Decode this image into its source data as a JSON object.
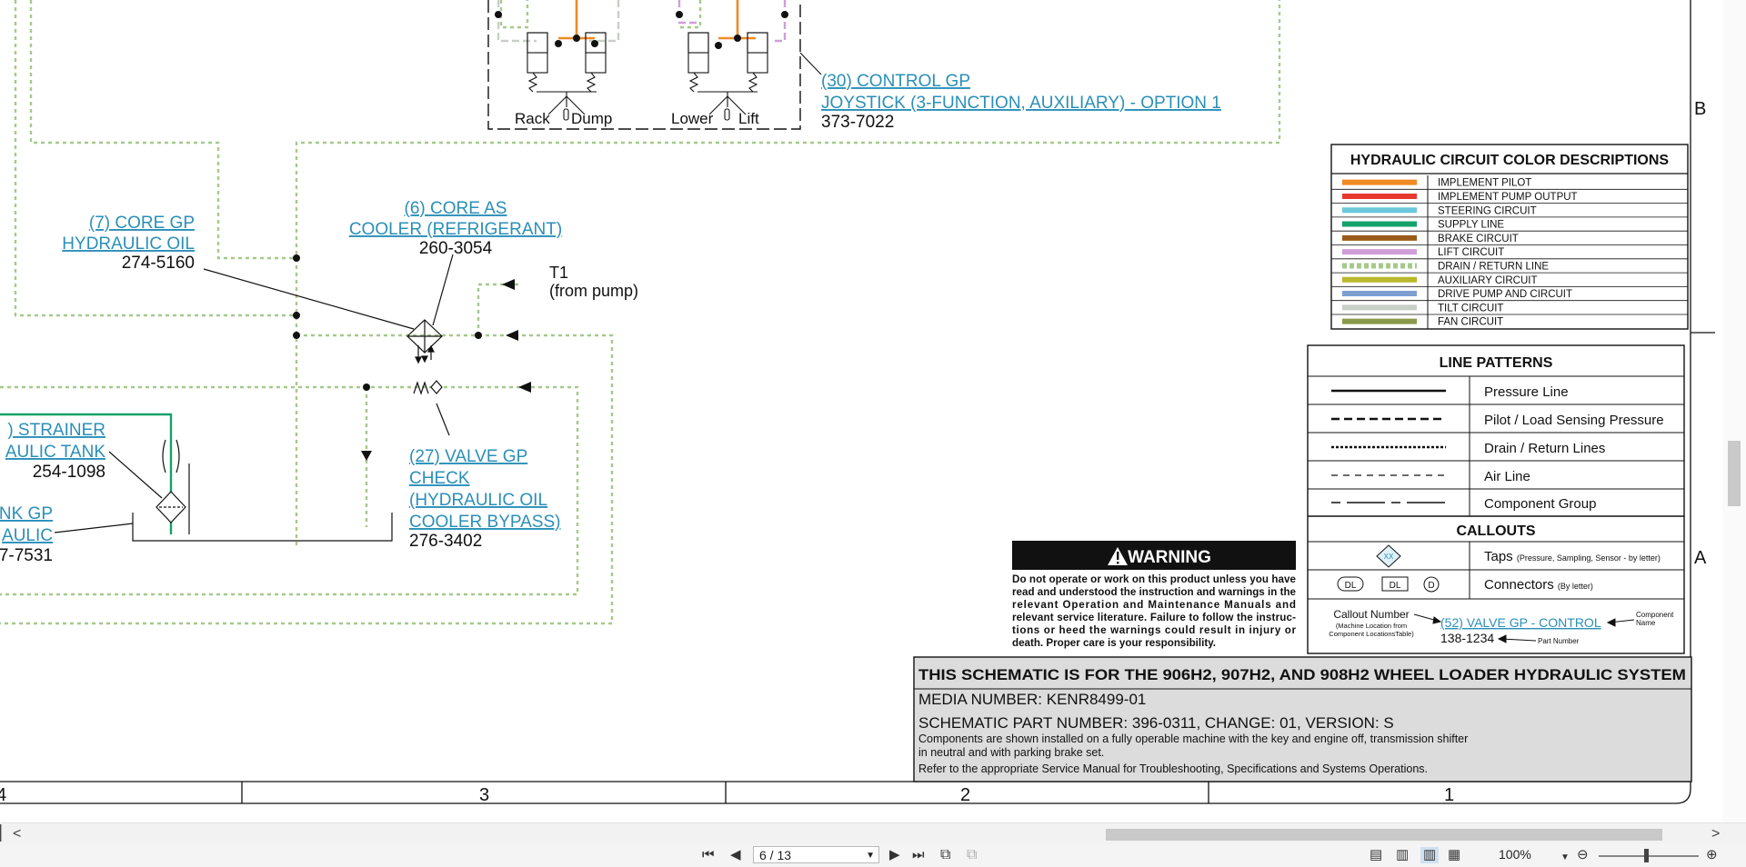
{
  "components": {
    "control_gp": {
      "ref": "(30) CONTROL GP",
      "name": "JOYSTICK (3-FUNCTION, AUXILIARY) - OPTION 1",
      "part": "373-7022"
    },
    "core_hyd_oil": {
      "ref": "(7) CORE GP",
      "name": "HYDRAULIC OIL",
      "part": "274-5160"
    },
    "core_cooler": {
      "ref": "(6) CORE AS",
      "name": "COOLER (REFRIGERANT)",
      "part": "260-3054"
    },
    "strainer": {
      "ref": ") STRAINER",
      "name": "AULIC TANK",
      "part": "254-1098"
    },
    "tank": {
      "ref": "NK GP",
      "name": "AULIC",
      "part": "7-7531"
    },
    "check_valve": {
      "ref": "(27) VALVE GP",
      "name1": "CHECK",
      "name2": "(HYDRAULIC OIL",
      "name3": "COOLER BYPASS)",
      "part": "276-3402"
    },
    "t1_label": "T1",
    "t1_sub": "(from pump)",
    "joystick_labels": [
      "Rack",
      "Dump",
      "Lower",
      "Lift"
    ]
  },
  "color_legend": {
    "title": "HYDRAULIC CIRCUIT COLOR DESCRIPTIONS",
    "items": [
      {
        "label": "IMPLEMENT PILOT",
        "color": "#f08a24",
        "dotted": false
      },
      {
        "label": "IMPLEMENT PUMP OUTPUT",
        "color": "#e8392e",
        "dotted": false
      },
      {
        "label": "STEERING CIRCUIT",
        "color": "#6cc8dc",
        "dotted": false
      },
      {
        "label": "SUPPLY LINE",
        "color": "#12a26a",
        "dotted": false
      },
      {
        "label": "BRAKE CIRCUIT",
        "color": "#9a5a1a",
        "dotted": false
      },
      {
        "label": "LIFT CIRCUIT",
        "color": "#cf9ed8",
        "dotted": false
      },
      {
        "label": "DRAIN / RETURN LINE",
        "color": "#a6c98a",
        "dotted": true
      },
      {
        "label": "AUXILIARY CIRCUIT",
        "color": "#b8b82a",
        "dotted": false
      },
      {
        "label": "DRIVE PUMP AND CIRCUIT",
        "color": "#7d9ed1",
        "dotted": false
      },
      {
        "label": "TILT CIRCUIT",
        "color": "#c8cfc7",
        "dotted": false
      },
      {
        "label": "FAN CIRCUIT",
        "color": "#8a9a4a",
        "dotted": false
      }
    ]
  },
  "line_patterns": {
    "title": "LINE PATTERNS",
    "items": [
      "Pressure Line",
      "Pilot / Load Sensing Pressure",
      "Drain / Return Lines",
      "Air Line",
      "Component Group"
    ]
  },
  "callouts": {
    "title": "CALLOUTS",
    "taps_label": "Taps",
    "taps_note": "(Pressure, Sampling, Sensor - by letter)",
    "tap_symbol": "XX",
    "connectors_label": "Connectors",
    "connectors_note": "(By letter)",
    "connector_symbols": [
      "DL",
      "DL",
      "D"
    ],
    "example_number": "Callout Number",
    "example_number_note1": "(Machine Location from",
    "example_number_note2": "Component LocationsTable)",
    "example_ref": "(52) VALVE GP - CONTROL",
    "example_part": "138-1234",
    "component_name1": "Component",
    "component_name2": "Name",
    "part_number": "Part Number"
  },
  "warning": {
    "title": "WARNING",
    "lines": [
      "Do not operate or work on this product unless you have",
      "read and understood the instruction and warnings in the",
      "relevant Operation and Maintenance Manuals and",
      "relevant service literature. Failure to follow the instruc-",
      "tions or heed the warnings could result in injury or",
      "death. Proper care is your responsibility."
    ]
  },
  "title_block": {
    "heading": "THIS SCHEMATIC IS FOR THE 906H2, 907H2, AND 908H2 WHEEL LOADER HYDRAULIC SYSTEM",
    "media": "MEDIA NUMBER: KENR8499-01",
    "part": "SCHEMATIC PART NUMBER: 396-0311, CHANGE: 01, VERSION: S",
    "note1": "Components are shown installed on a fully operable machine with the key and engine off, transmission shifter",
    "note2": "in neutral and with parking brake set.",
    "note3": "Refer to the appropriate Service Manual for Troubleshooting, Specifications and Systems Operations."
  },
  "grid": {
    "columns": [
      "4",
      "3",
      "2",
      "1"
    ],
    "rows": [
      "B",
      "A"
    ]
  },
  "viewer": {
    "page": "6 / 13",
    "zoom": "100%",
    "scroll_left": "<",
    "scroll_right": ">",
    "first_page": "⏮",
    "prev_page": "◀",
    "next_page": "▶",
    "last_page": "⏭"
  }
}
